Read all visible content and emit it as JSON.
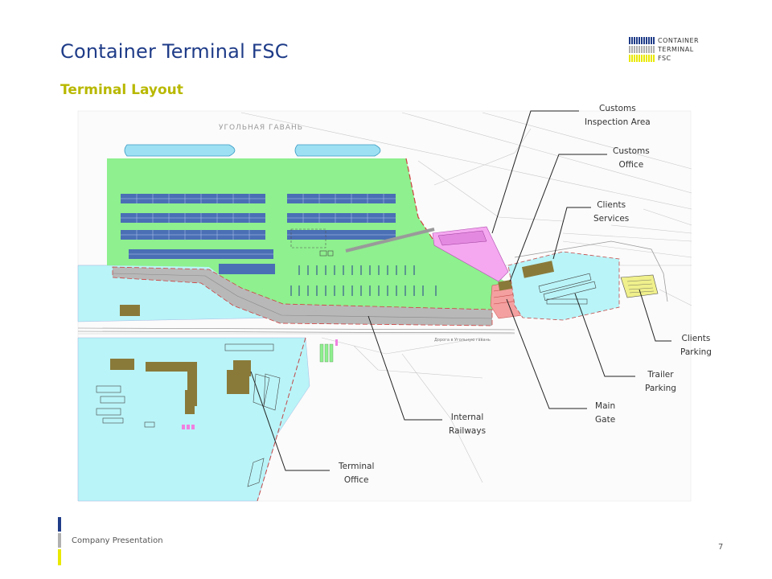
{
  "header": {
    "title": "Container Terminal FSC",
    "subtitle": "Terminal Layout",
    "logo_lines": [
      "CONTAINER",
      "TERMINAL",
      "FSC"
    ]
  },
  "map": {
    "harbor_label": "УГОЛЬНАЯ ГАВАНЬ",
    "road_label": "Дорога в Угольную гавань"
  },
  "callouts": {
    "customs_inspection": [
      "Customs",
      "Inspection Area"
    ],
    "customs_office": [
      "Customs",
      "Office"
    ],
    "clients_services": [
      "Clients",
      "Services"
    ],
    "clients_parking": [
      "Clients",
      "Parking"
    ],
    "trailer_parking": [
      "Trailer",
      "Parking"
    ],
    "main_gate": [
      "Main",
      "Gate"
    ],
    "internal_railways": [
      "Internal",
      "Railways"
    ],
    "terminal_office": [
      "Terminal",
      "Office"
    ]
  },
  "footer": {
    "company_text": "Company Presentation",
    "page_number": "7"
  },
  "colors": {
    "title_blue": "#1f3c88",
    "subtitle_olive": "#b8b800",
    "yard_green": "#8ef08e",
    "zone_cyan": "#b9f4f8",
    "customs_pink": "#f5a8f0",
    "gate_red": "#f4a0a0",
    "railway_gray": "#b8b8b8",
    "building_brown": "#8a7a3a",
    "container_blue": "#4a6fb5",
    "brand_blue": "#1f3c88",
    "brand_gray": "#b0b0b0",
    "brand_yellow": "#e8e800"
  }
}
